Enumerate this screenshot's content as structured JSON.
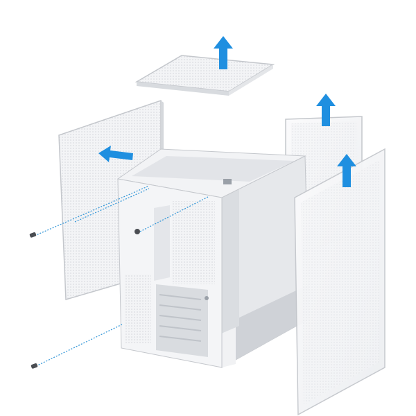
{
  "colors": {
    "background": "#ffffff",
    "panel": "#f1f2f4",
    "panel_edge": "#c9ccd1",
    "mesh": "#dfe1e5",
    "frame": "#e9eaed",
    "shadow": "#b9bdc4",
    "arrow": "#1f8fe0",
    "screw_line": "#3a9ad9",
    "screw": "#4a4d52"
  },
  "arrows": [
    {
      "name": "top-panel-lift",
      "direction": "up"
    },
    {
      "name": "left-panel-slide",
      "direction": "left"
    },
    {
      "name": "rear-right-panel-lift",
      "direction": "up"
    },
    {
      "name": "front-right-panel-lift",
      "direction": "up"
    }
  ],
  "screw_count": 3
}
